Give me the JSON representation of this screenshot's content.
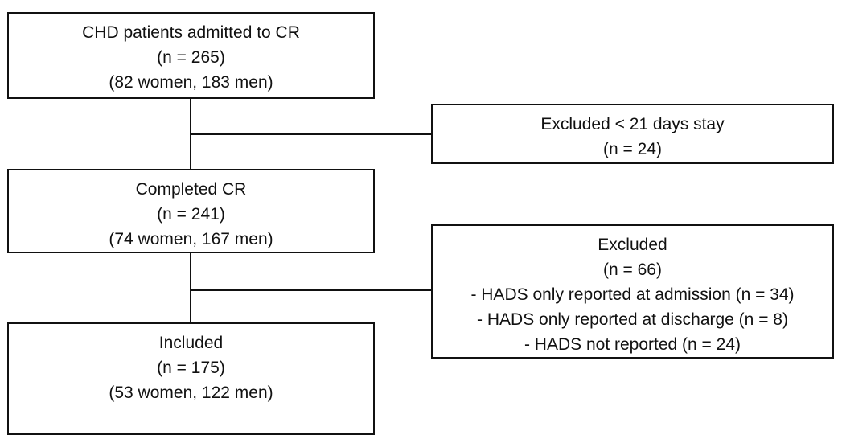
{
  "flowchart": {
    "admitted": {
      "title": "CHD patients admitted to CR",
      "count": "(n = 265)",
      "breakdown": "(82 women, 183 men)"
    },
    "excluded_stay": {
      "title": "Excluded < 21 days stay",
      "count": "(n = 24)"
    },
    "completed": {
      "title": "Completed CR",
      "count": "(n = 241)",
      "breakdown": "(74 women, 167 men)"
    },
    "excluded_hads": {
      "title": "Excluded",
      "count": "(n = 66)",
      "reasons": [
        "- HADS only reported at admission (n = 34)",
        "- HADS only reported at discharge (n = 8)",
        "- HADS not reported (n = 24)"
      ]
    },
    "included": {
      "title": "Included",
      "count": "(n = 175)",
      "breakdown": "(53 women, 122 men)"
    }
  },
  "colors": {
    "stroke": "#111111",
    "background": "#ffffff",
    "text": "#111111"
  }
}
